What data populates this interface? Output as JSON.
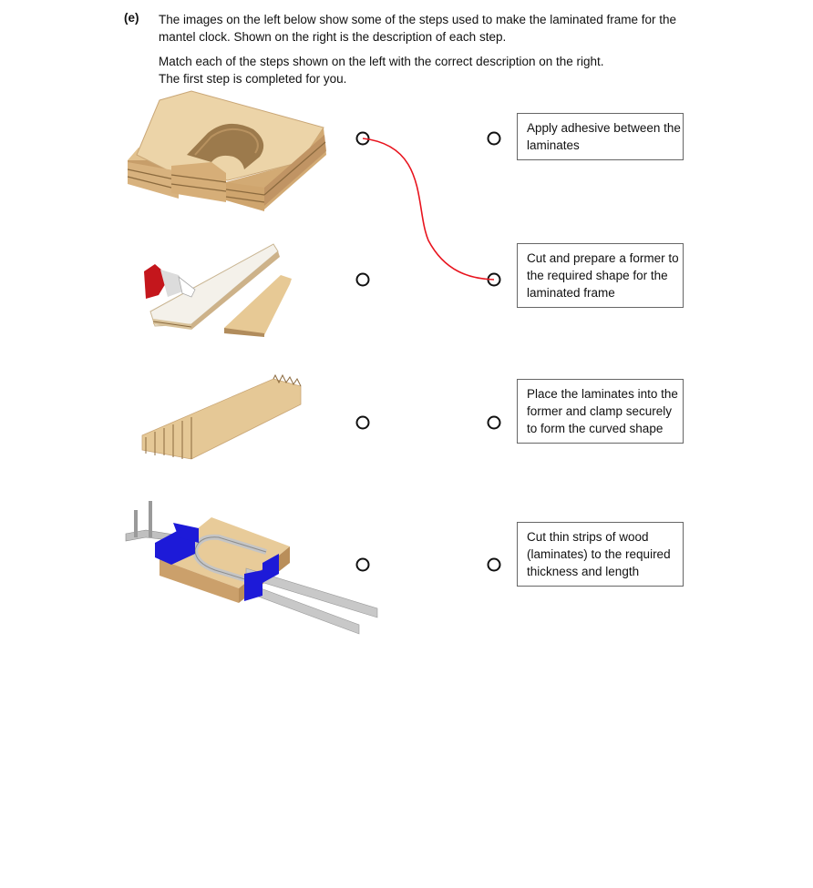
{
  "question": {
    "label": "(e)",
    "intro": "The images on the left below show some of the steps used to make the laminated frame for the mantel clock.  Shown on the right is the description of each step.",
    "instruction_line1": "Match each of the steps shown on the left with the correct description on the right.",
    "instruction_line2": "The first step is completed for you."
  },
  "left_steps": [
    {
      "image": "former-block-icon"
    },
    {
      "image": "glue-bottle-icon"
    },
    {
      "image": "wood-strips-icon"
    },
    {
      "image": "clamped-former-icon"
    }
  ],
  "descriptions": [
    "Apply adhesive between the laminates",
    "Cut and prepare a former to the required shape for the laminated frame",
    "Place the laminates into the former and clamp securely to form the curved shape",
    "Cut thin strips of wood (laminates) to the required thickness and length"
  ],
  "completed_match": {
    "left_index": 0,
    "right_index": 1
  },
  "colors": {
    "match_line": "#e8141e",
    "wood_light": "#e9cfa3",
    "wood_mid": "#d8b27e",
    "wood_dark": "#a88454",
    "clamp_blue": "#1d1ad8",
    "glue_red": "#c4161c",
    "bar_grey": "#c8c8c8"
  }
}
